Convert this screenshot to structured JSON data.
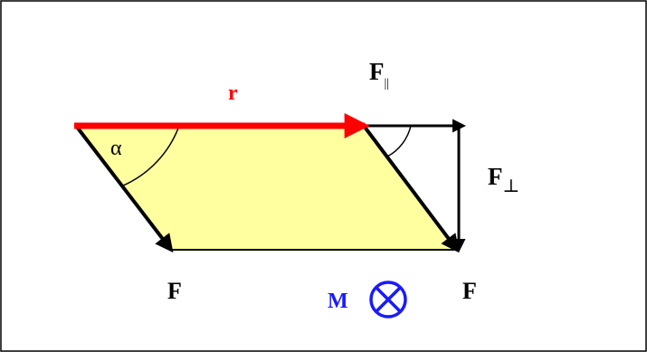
{
  "labels": {
    "r": "r",
    "alpha": "α",
    "f_parallel": "F",
    "f_parallel_sub": "||",
    "f_perp": "F",
    "f_perp_sub": "⊥",
    "f_left": "F",
    "f_right": "F",
    "m": "M"
  },
  "colors": {
    "fill": "#ffffa0",
    "r_vector": "#ff0000",
    "m_symbol": "#1a1aff",
    "stroke": "#000000"
  },
  "icons": {
    "moment_symbol": "circle-times-icon"
  }
}
